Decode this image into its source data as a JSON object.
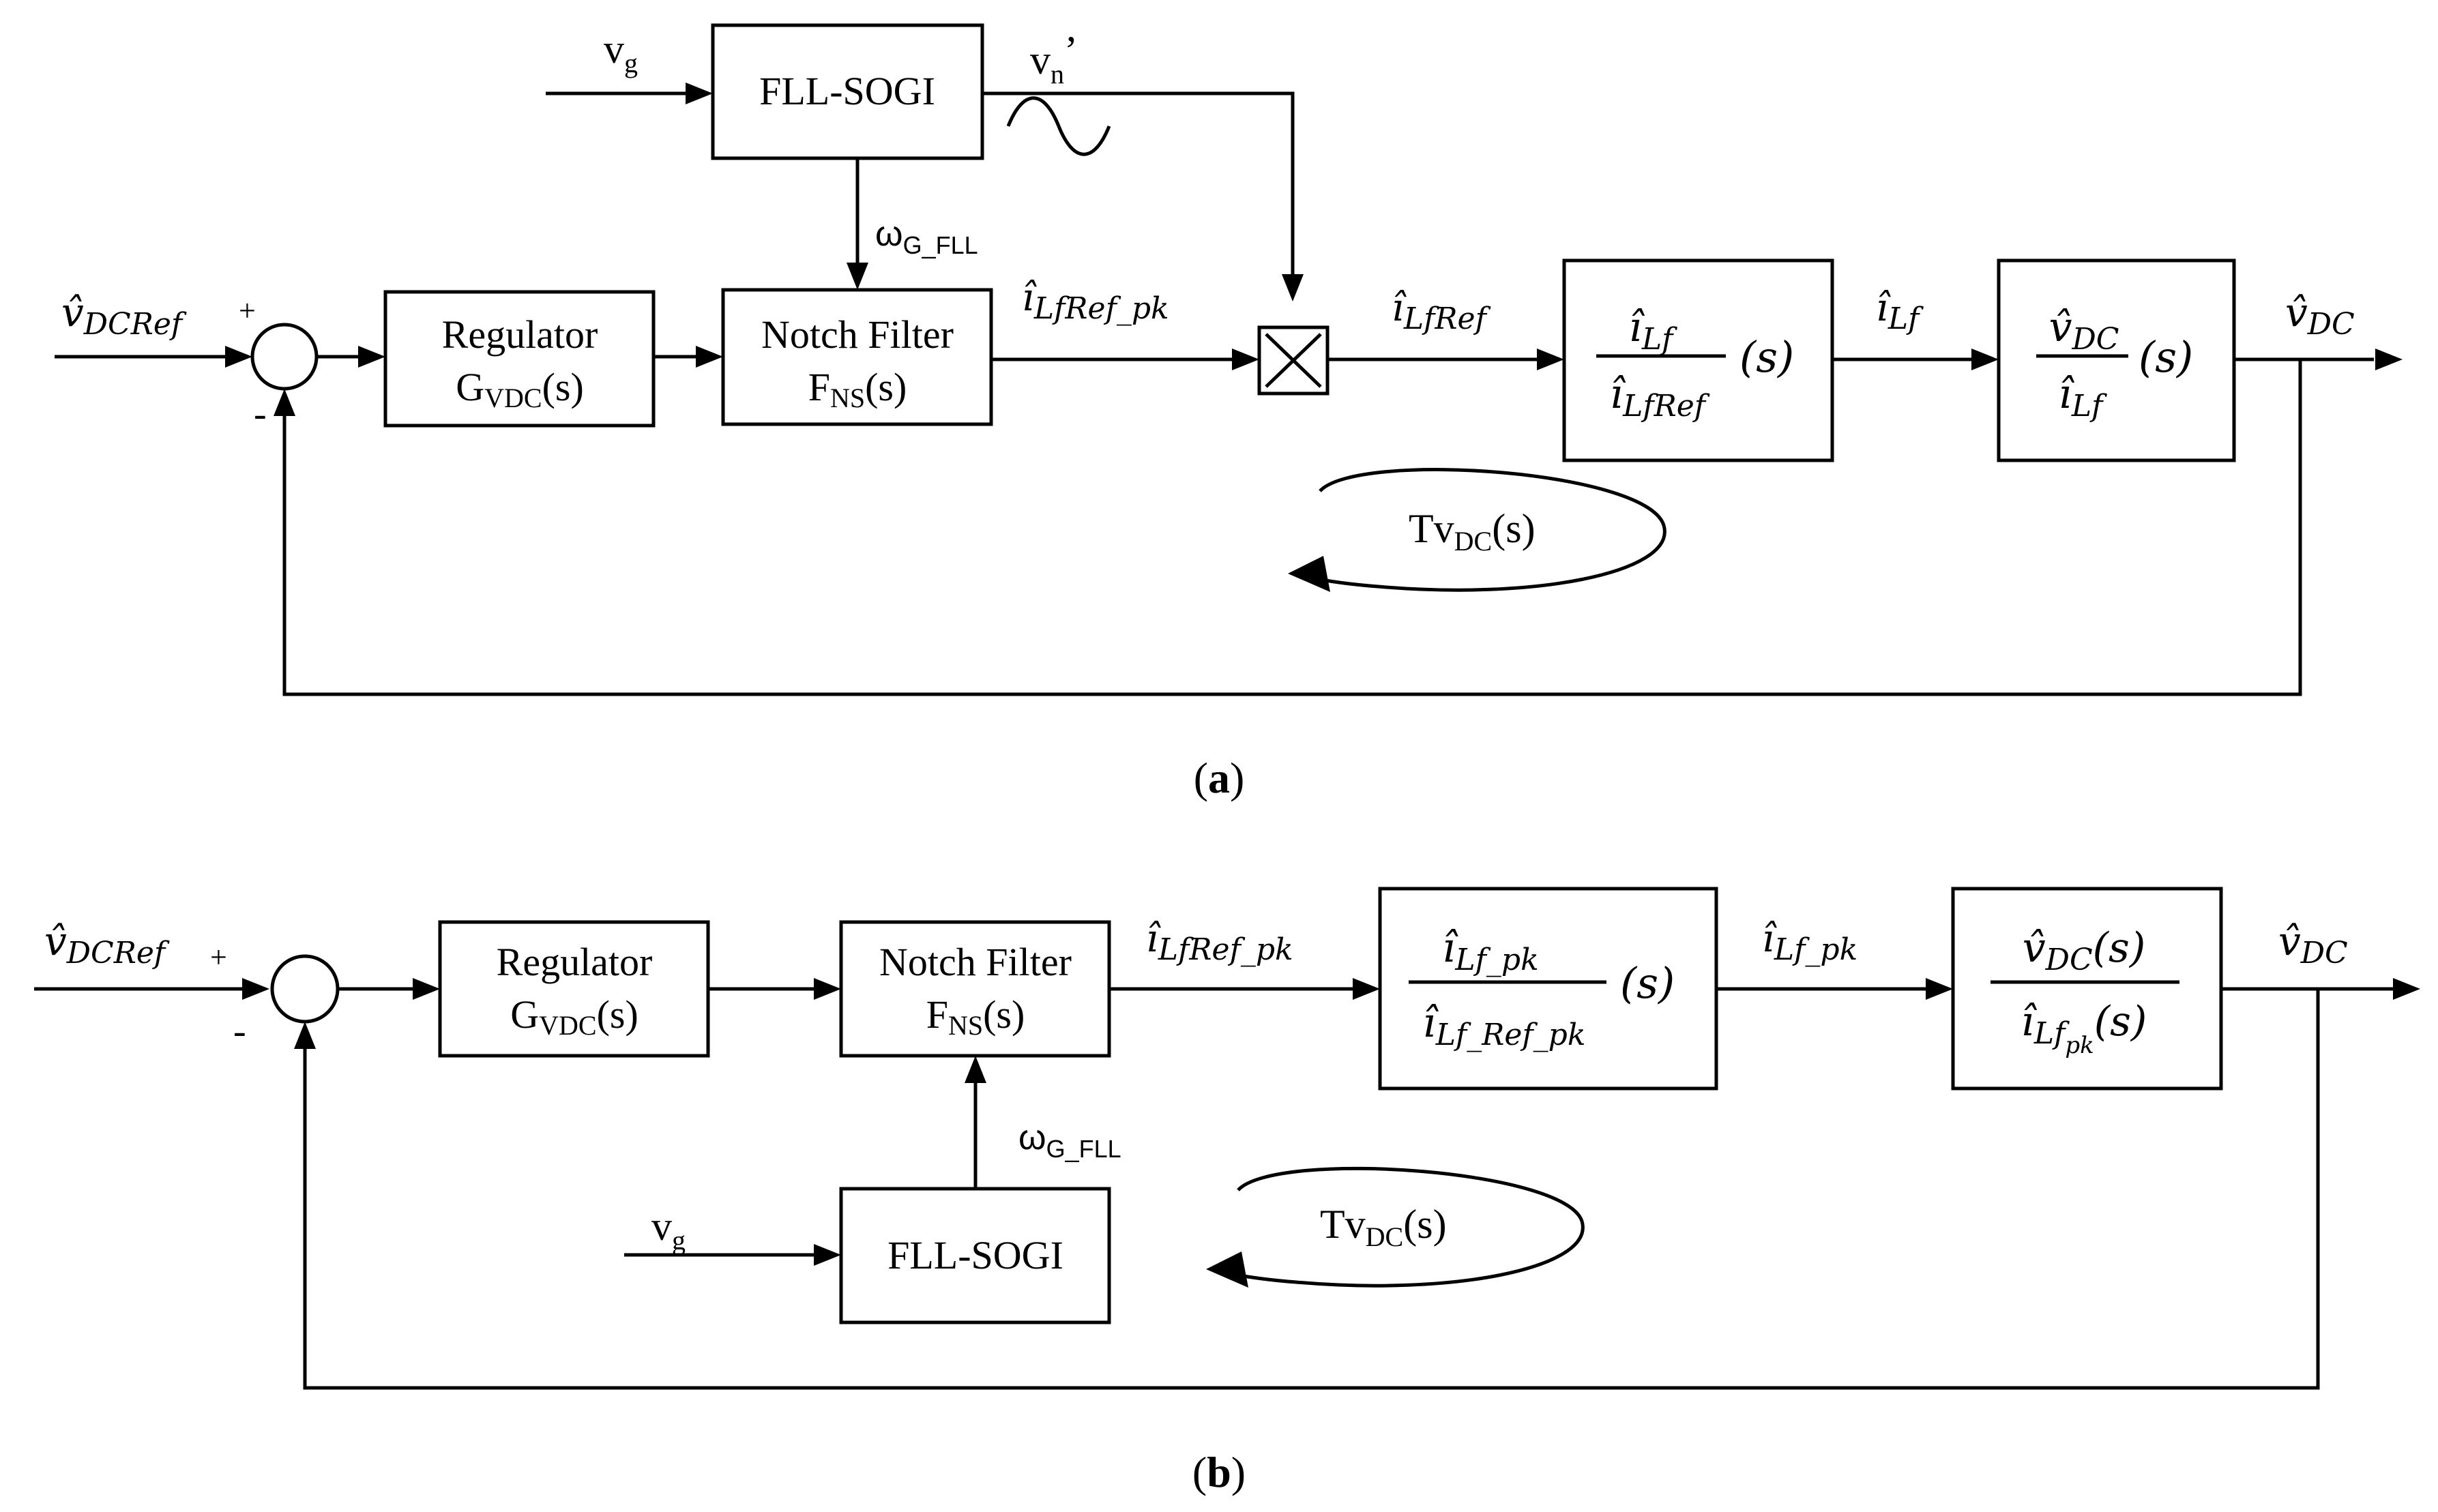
{
  "panel_a": {
    "caption_open": "(",
    "caption_letter": "a",
    "caption_close": ")",
    "input_label": "v̂DCRef",
    "input_main": "v̂",
    "input_sub": "DCRef",
    "plus_sign": "+",
    "minus_sign": "-",
    "regulator_line1": "Regulator",
    "regulator_line2_main": "G",
    "regulator_line2_sub": "VDC",
    "regulator_line2_tail": "(s)",
    "notch_line1": "Notch Filter",
    "notch_line2_main": "F",
    "notch_line2_sub": "NS",
    "notch_line2_tail": "(s)",
    "fll_label": "FLL-SOGI",
    "vg_main": "v",
    "vg_sub": "g",
    "vn_main": "v",
    "vn_sub": "n",
    "vn_prime": "’",
    "omega_main": "ω",
    "omega_sub": "G_FLL",
    "i_ref_pk_main": "î",
    "i_ref_pk_sub": "LfRef_pk",
    "i_ref_main": "î",
    "i_ref_sub": "LfRef",
    "tf1_num_main": "î",
    "tf1_num_sub": "Lf",
    "tf1_den_main": "î",
    "tf1_den_sub": "LfRef",
    "tf1_tail": "(s)",
    "i_lf_main": "î",
    "i_lf_sub": "Lf",
    "tf2_num_main": "v̂",
    "tf2_num_sub": "DC",
    "tf2_den_main": "î",
    "tf2_den_sub": "Lf",
    "tf2_tail": "(s)",
    "output_main": "v̂",
    "output_sub": "DC",
    "loop_main": "Tv",
    "loop_sub": "DC",
    "loop_tail": "(s)"
  },
  "panel_b": {
    "caption_open": "(",
    "caption_letter": "b",
    "caption_close": ")",
    "input_main": "v̂",
    "input_sub": "DCRef",
    "plus_sign": "+",
    "minus_sign": "-",
    "regulator_line1": "Regulator",
    "regulator_line2_main": "G",
    "regulator_line2_sub": "VDC",
    "regulator_line2_tail": "(s)",
    "notch_line1": "Notch Filter",
    "notch_line2_main": "F",
    "notch_line2_sub": "NS",
    "notch_line2_tail": "(s)",
    "fll_label": "FLL-SOGI",
    "vg_main": "v",
    "vg_sub": "g",
    "omega_main": "ω",
    "omega_sub": "G_FLL",
    "i_ref_pk_main": "î",
    "i_ref_pk_sub": "LfRef_pk",
    "tf1_num_main": "î",
    "tf1_num_sub": "Lf_pk",
    "tf1_den_main": "î",
    "tf1_den_sub": "Lf_Ref_pk",
    "tf1_tail": "(s)",
    "i_lf_pk_main": "î",
    "i_lf_pk_sub": "Lf_pk",
    "tf2_num_main": "v̂",
    "tf2_num_sub": "DC",
    "tf2_num_tail": "(s)",
    "tf2_den_main": "î",
    "tf2_den_sub": "Lf",
    "tf2_den_subsub": "pk",
    "tf2_den_tail": "(s)",
    "output_main": "v̂",
    "output_sub": "DC",
    "loop_main": "Tv",
    "loop_sub": "DC",
    "loop_tail": "(s)"
  }
}
